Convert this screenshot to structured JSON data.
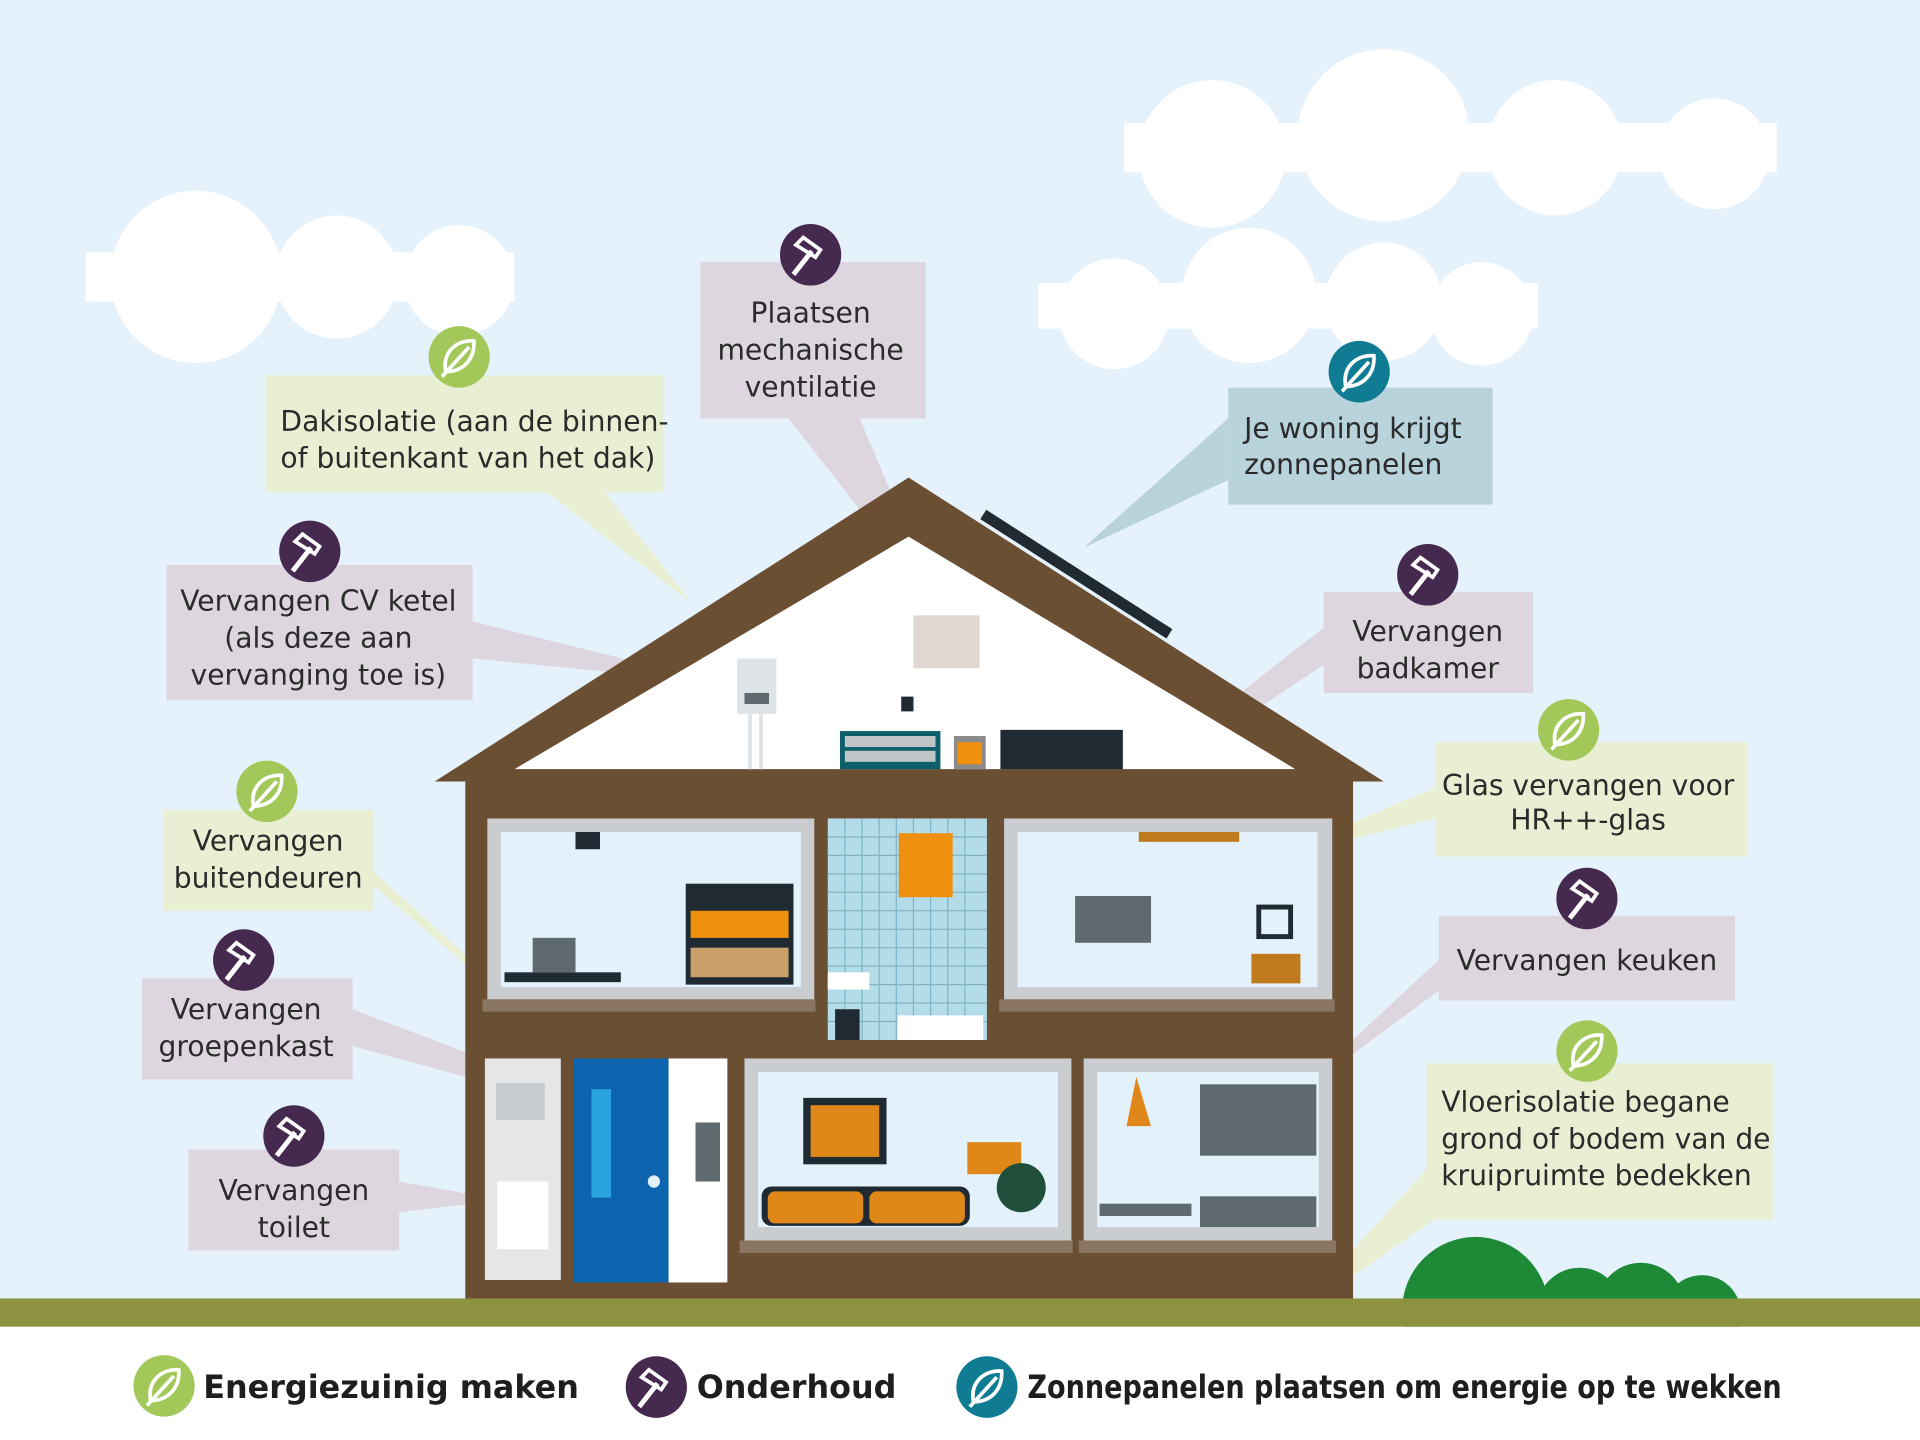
{
  "colors": {
    "sky": "#e6f2fb",
    "brown": "#6b4f33",
    "ground": "#8d9240",
    "energy": "#a3c85a",
    "maintenance": "#45294f",
    "solar": "#0f7c93",
    "energy_label_bg": "#e9efd3",
    "maintenance_label_bg": "#ddd6df",
    "solar_label_bg": "#b9d3dc",
    "door": "#0b64ad",
    "orange": "#f0900f"
  },
  "callouts": {
    "ventilatie": {
      "icon": "hammer-icon",
      "lines": [
        "Plaatsen",
        "mechanische",
        "ventilatie"
      ]
    },
    "dakisolatie": {
      "icon": "leaf-icon",
      "lines": [
        "Dakisolatie (aan de binnen-",
        "of buitenkant van het dak)"
      ]
    },
    "zonnepanelen": {
      "icon": "leaf-icon",
      "lines": [
        "Je woning krijgt",
        "zonnepanelen"
      ]
    },
    "cv_ketel": {
      "icon": "hammer-icon",
      "lines": [
        "Vervangen CV ketel",
        "(als deze aan",
        "vervanging toe is)"
      ]
    },
    "badkamer": {
      "icon": "hammer-icon",
      "lines": [
        "Vervangen",
        "badkamer"
      ]
    },
    "glas": {
      "icon": "leaf-icon",
      "lines": [
        "Glas vervangen voor",
        "HR++-glas"
      ]
    },
    "buitendeuren": {
      "icon": "leaf-icon",
      "lines": [
        "Vervangen",
        "buitendeuren"
      ]
    },
    "keuken": {
      "icon": "hammer-icon",
      "lines": [
        "Vervangen keuken"
      ]
    },
    "groepenkast": {
      "icon": "hammer-icon",
      "lines": [
        "Vervangen",
        "groepenkast"
      ]
    },
    "vloerisolatie": {
      "icon": "leaf-icon",
      "lines": [
        "Vloerisolatie begane",
        "grond of bodem van de",
        "kruipruimte bedekken"
      ]
    },
    "toilet": {
      "icon": "hammer-icon",
      "lines": [
        "Vervangen",
        "toilet"
      ]
    }
  },
  "legend": [
    {
      "icon": "leaf-icon",
      "label": "Energiezuinig maken"
    },
    {
      "icon": "hammer-icon",
      "label": "Onderhoud"
    },
    {
      "icon": "leaf-icon",
      "label": "Zonnepanelen plaatsen om energie op te wekken"
    }
  ]
}
